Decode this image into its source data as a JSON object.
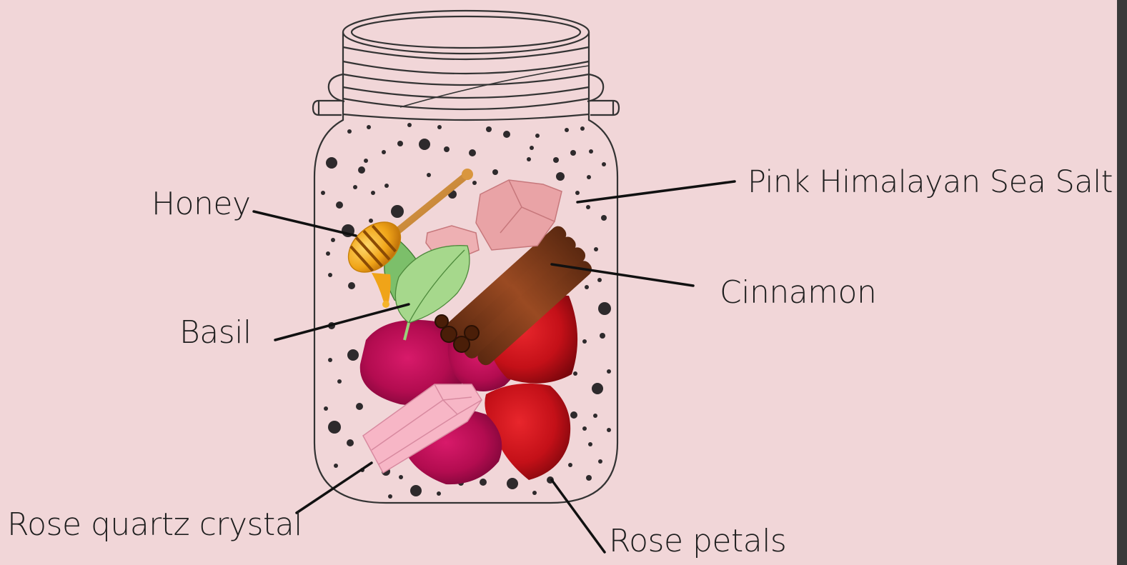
{
  "labels": {
    "honey": "Honey",
    "pink_salt": "Pink Himalayan Sea Salt",
    "cinnamon": "Cinnamon",
    "basil": "Basil",
    "rose_quartz": "Rose quartz crystal",
    "rose_petals": "Rose petals"
  },
  "colors": {
    "background": "#f1d6d8",
    "outline": "#333333",
    "leader_line": "#111111",
    "honey": "#e8a020",
    "salt": "#e9a3a6",
    "cinnamon": "#7a3a1a",
    "basil": "#9ccf7c",
    "rose_petal_red": "#c41018",
    "rose_petal_magenta": "#c0105c",
    "rose_quartz": "#f7b6c6"
  },
  "icons": [
    "mason-jar",
    "honey-dipper",
    "salt-crystal",
    "cinnamon-sticks",
    "basil-leaf",
    "rose-petal",
    "quartz-crystal"
  ]
}
